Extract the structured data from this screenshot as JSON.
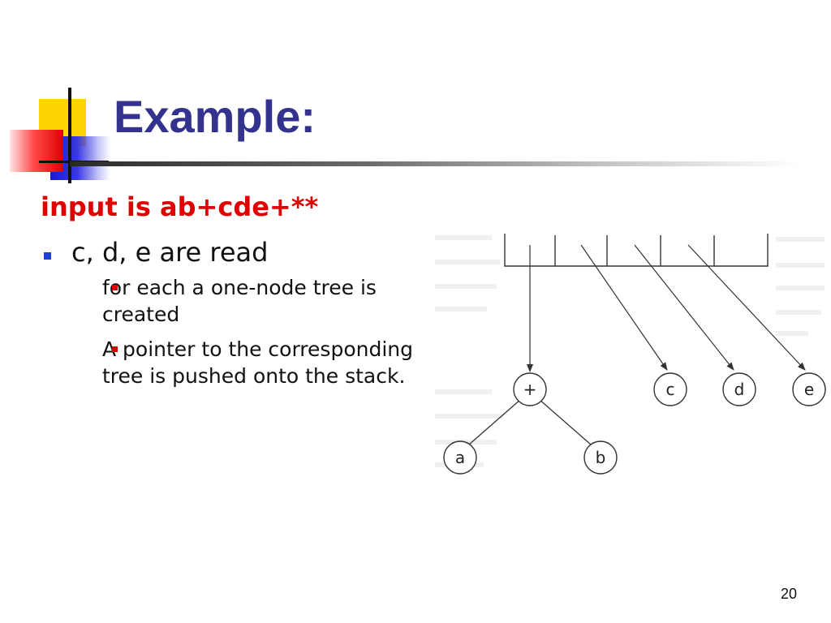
{
  "slide": {
    "title": "Example:",
    "subtitle": "input is ab+cde+**",
    "bullet": "c, d, e are read",
    "sub_bullets": [
      "for each a one-node tree is created",
      "A pointer to the corresponding tree is pushed onto the stack."
    ],
    "page_number": "20"
  },
  "diagram": {
    "nodes": [
      "+",
      "c",
      "d",
      "e",
      "a",
      "b"
    ]
  },
  "colors": {
    "title": "#33338f",
    "subtitle": "#e00000",
    "bullet_marker": "#2040d0",
    "sub_bullet_marker": "#e00000"
  }
}
